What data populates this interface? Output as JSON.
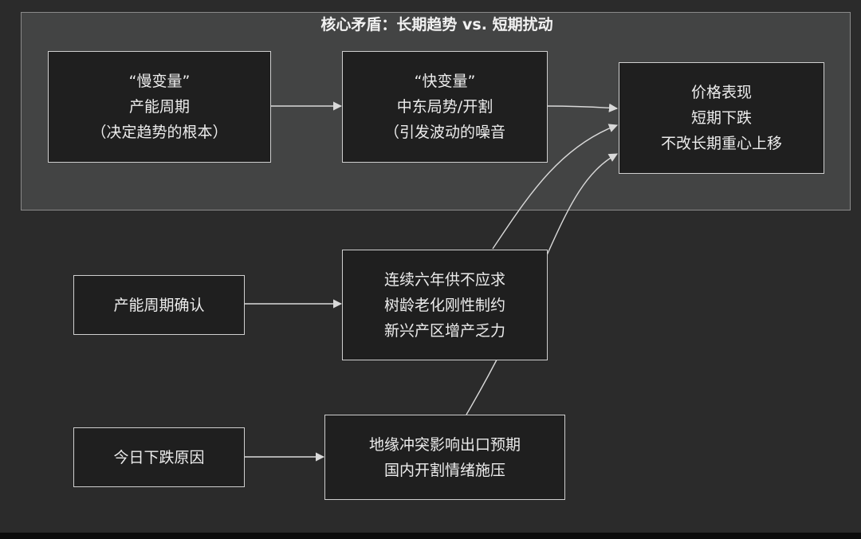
{
  "cluster": {
    "title": "核心矛盾：长期趋势 vs. 短期扰动"
  },
  "nodes": {
    "slow_var": {
      "lines": [
        "“慢变量”",
        "产能周期",
        "（决定趋势的根本）"
      ]
    },
    "fast_var": {
      "lines": [
        "“快变量”",
        "中东局势/开割",
        "（引发波动的噪音"
      ]
    },
    "price": {
      "lines": [
        "价格表现",
        "短期下跌",
        "不改长期重心上移"
      ]
    },
    "capacity_confirm": {
      "lines": [
        "产能周期确认"
      ]
    },
    "supply_facts": {
      "lines": [
        "连续六年供不应求",
        "树龄老化刚性制约",
        "新兴产区增产乏力"
      ]
    },
    "today_reason": {
      "lines": [
        "今日下跌原因"
      ]
    },
    "drop_causes": {
      "lines": [
        "地缘冲突影响出口预期",
        "国内开割情绪施压"
      ]
    }
  },
  "colors": {
    "background": "#2b2b2b",
    "cluster_fill": "#434444",
    "node_fill": "#1f1f1f",
    "node_border": "#cfcfcf",
    "edge": "#d9d9d9",
    "text": "#ececec"
  }
}
